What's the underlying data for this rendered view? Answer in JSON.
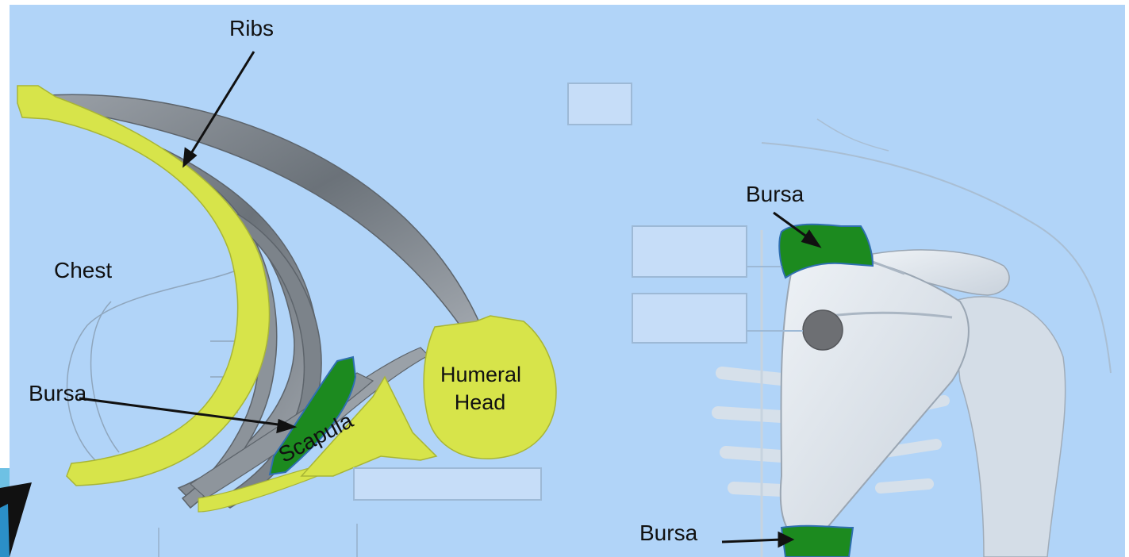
{
  "labels": {
    "ribs": "Ribs",
    "chest": "Chest",
    "bursa_left": "Bursa",
    "scapula": "Scapula",
    "humeral_head_line1": "Humeral",
    "humeral_head_line2": "Head",
    "bursa_right_top": "Bursa",
    "bursa_right_bottom": "Bursa"
  },
  "colors": {
    "background": "#b1d4f8",
    "bone_yellow": "#d7e44a",
    "bursa_green": "#1c8a1f",
    "muscle_gray": "#7a8188",
    "shoulder_bone": "#dfe6ee",
    "marker_dot": "#6d6f73"
  }
}
